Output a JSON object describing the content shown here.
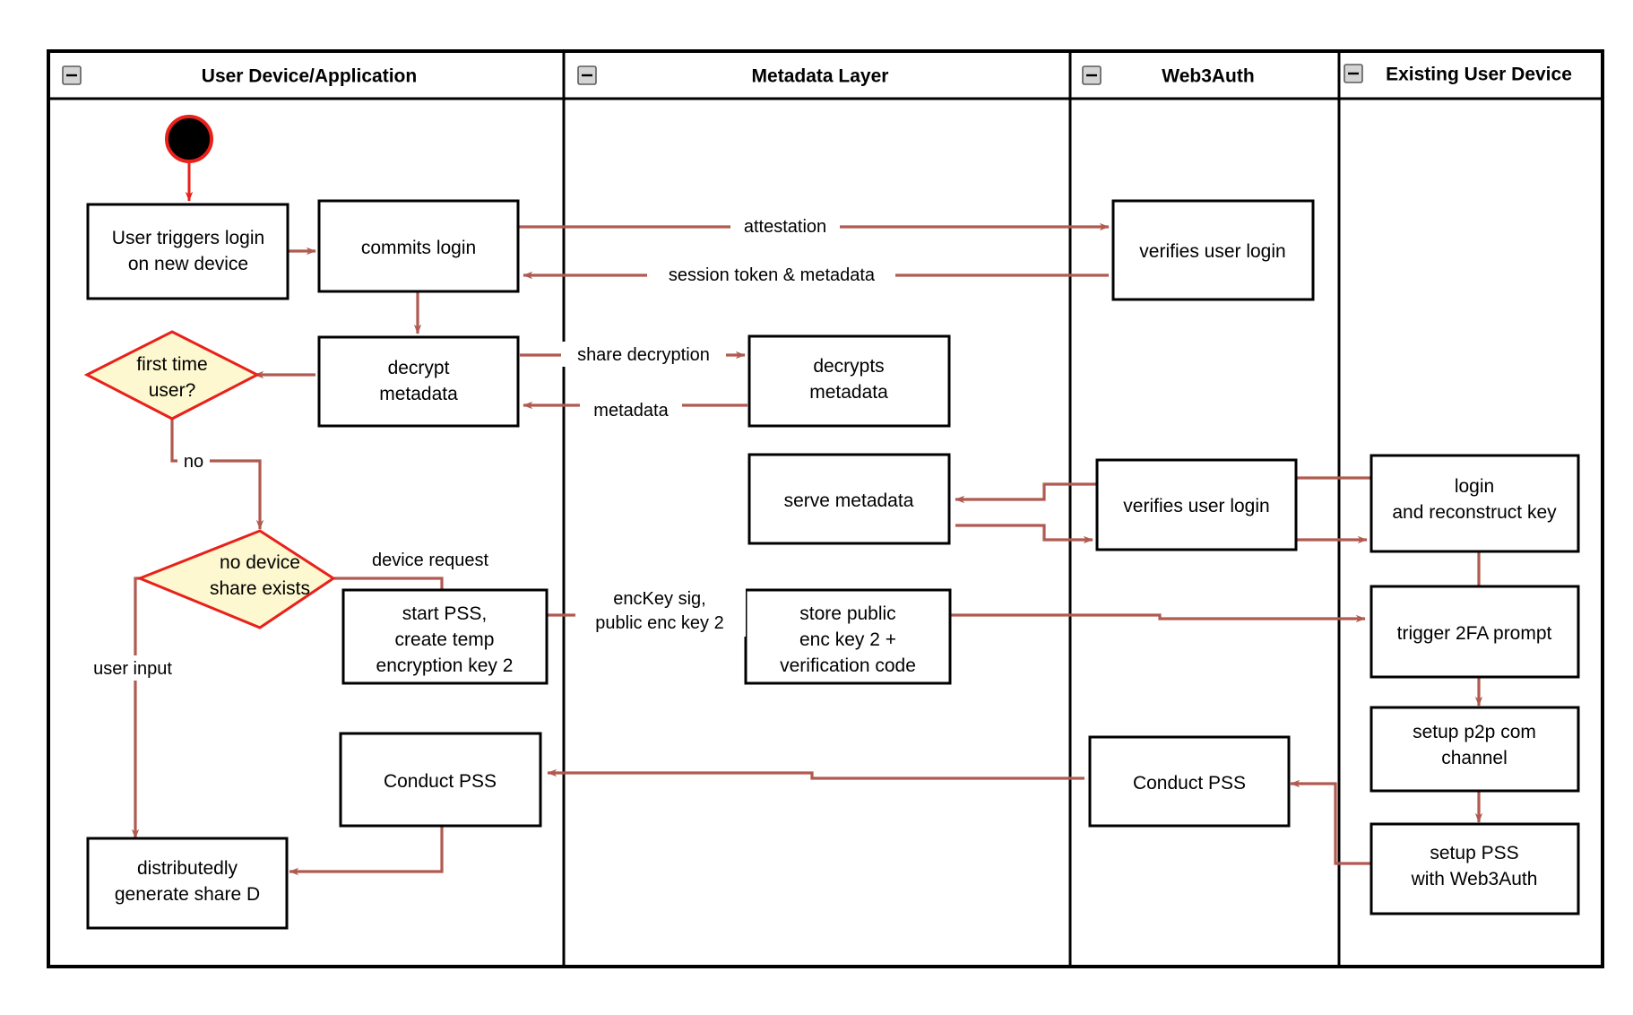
{
  "diagram": {
    "type": "swimlane-activity-diagram",
    "title": "",
    "colors": {
      "lane_border": "#000000",
      "node_border": "#000000",
      "node_fill": "#ffffff",
      "decision_fill": "#fdf8cf",
      "decision_border": "#e8211b",
      "flow_arrow": "#b05a50",
      "start_node_fill": "#000000",
      "start_node_border": "#e8211b"
    },
    "lanes": [
      {
        "id": "lane-user-device",
        "label": "User Device/Application",
        "collapse_icon": "minus-icon"
      },
      {
        "id": "lane-metadata",
        "label": "Metadata Layer",
        "collapse_icon": "minus-icon"
      },
      {
        "id": "lane-web3auth",
        "label": "Web3Auth",
        "collapse_icon": "minus-icon"
      },
      {
        "id": "lane-existing-device",
        "label": "Existing User Device",
        "collapse_icon": "minus-icon"
      }
    ],
    "nodes": [
      {
        "id": "start",
        "lane": "lane-user-device",
        "shape": "start-circle",
        "label": ""
      },
      {
        "id": "user-triggers-login",
        "lane": "lane-user-device",
        "shape": "rect",
        "label": "User triggers login\non new device"
      },
      {
        "id": "commits-login",
        "lane": "lane-user-device",
        "shape": "rect",
        "label": "commits login"
      },
      {
        "id": "decrypt-metadata",
        "lane": "lane-user-device",
        "shape": "rect",
        "label": "decrypt\nmetadata"
      },
      {
        "id": "first-time-user",
        "lane": "lane-user-device",
        "shape": "diamond",
        "label": "first time\nuser?"
      },
      {
        "id": "no-device-share-exists",
        "lane": "lane-user-device",
        "shape": "diamond",
        "label": "no device\nshare exists"
      },
      {
        "id": "start-pss",
        "lane": "lane-user-device",
        "shape": "rect",
        "label": "start PSS,\ncreate temp\nencryption key 2"
      },
      {
        "id": "conduct-pss-user",
        "lane": "lane-user-device",
        "shape": "rect",
        "label": "Conduct PSS"
      },
      {
        "id": "distributedly-generate-share-d",
        "lane": "lane-user-device",
        "shape": "rect",
        "label": "distributedly\ngenerate share D"
      },
      {
        "id": "decrypts-metadata",
        "lane": "lane-metadata",
        "shape": "rect",
        "label": "decrypts\nmetadata"
      },
      {
        "id": "serve-metadata",
        "lane": "lane-metadata",
        "shape": "rect",
        "label": "serve metadata"
      },
      {
        "id": "store-public-enc-key",
        "lane": "lane-metadata",
        "shape": "rect",
        "label": "store public\nenc key 2 +\nverification code"
      },
      {
        "id": "verifies-user-login-1",
        "lane": "lane-web3auth",
        "shape": "rect",
        "label": "verifies user login"
      },
      {
        "id": "verifies-user-login-2",
        "lane": "lane-web3auth",
        "shape": "rect",
        "label": "verifies user login"
      },
      {
        "id": "conduct-pss-web3auth",
        "lane": "lane-web3auth",
        "shape": "rect",
        "label": "Conduct PSS"
      },
      {
        "id": "login-and-reconstruct-key",
        "lane": "lane-existing-device",
        "shape": "rect",
        "label": "login\nand reconstruct key"
      },
      {
        "id": "trigger-2fa-prompt",
        "lane": "lane-existing-device",
        "shape": "rect",
        "label": "trigger 2FA prompt"
      },
      {
        "id": "setup-p2p-com-channel",
        "lane": "lane-existing-device",
        "shape": "rect",
        "label": "setup p2p com\nchannel"
      },
      {
        "id": "setup-pss-with-web3auth",
        "lane": "lane-existing-device",
        "shape": "rect",
        "label": "setup PSS\nwith Web3Auth"
      }
    ],
    "edges": [
      {
        "from": "start",
        "to": "user-triggers-login",
        "label": ""
      },
      {
        "from": "user-triggers-login",
        "to": "commits-login",
        "label": ""
      },
      {
        "from": "commits-login",
        "to": "verifies-user-login-1",
        "label": "attestation"
      },
      {
        "from": "verifies-user-login-1",
        "to": "commits-login",
        "label": "session token & metadata"
      },
      {
        "from": "commits-login",
        "to": "decrypt-metadata",
        "label": ""
      },
      {
        "from": "decrypt-metadata",
        "to": "decrypts-metadata",
        "label": "share decryption"
      },
      {
        "from": "decrypts-metadata",
        "to": "decrypt-metadata",
        "label": "metadata"
      },
      {
        "from": "decrypt-metadata",
        "to": "first-time-user",
        "label": ""
      },
      {
        "from": "first-time-user",
        "to": "no-device-share-exists",
        "label": "no"
      },
      {
        "from": "no-device-share-exists",
        "to": "start-pss",
        "label": "device request"
      },
      {
        "from": "no-device-share-exists",
        "to": "distributedly-generate-share-d",
        "label": "user input"
      },
      {
        "from": "start-pss",
        "to": "store-public-enc-key",
        "label": "encKey sig,\npublic enc key 2"
      },
      {
        "from": "store-public-enc-key",
        "to": "trigger-2fa-prompt",
        "label": ""
      },
      {
        "from": "login-and-reconstruct-key",
        "to": "verifies-user-login-2",
        "label": ""
      },
      {
        "from": "verifies-user-login-2",
        "to": "serve-metadata",
        "label": ""
      },
      {
        "from": "serve-metadata",
        "to": "verifies-user-login-2",
        "label": ""
      },
      {
        "from": "verifies-user-login-2",
        "to": "login-and-reconstruct-key",
        "label": ""
      },
      {
        "from": "login-and-reconstruct-key",
        "to": "trigger-2fa-prompt",
        "label": ""
      },
      {
        "from": "trigger-2fa-prompt",
        "to": "setup-p2p-com-channel",
        "label": ""
      },
      {
        "from": "setup-p2p-com-channel",
        "to": "setup-pss-with-web3auth",
        "label": ""
      },
      {
        "from": "setup-pss-with-web3auth",
        "to": "conduct-pss-web3auth",
        "label": ""
      },
      {
        "from": "conduct-pss-web3auth",
        "to": "conduct-pss-user",
        "label": ""
      },
      {
        "from": "conduct-pss-user",
        "to": "distributedly-generate-share-d",
        "label": ""
      }
    ],
    "edge_labels": {
      "attestation": "attestation",
      "session_token": "session token & metadata",
      "share_decryption": "share decryption",
      "metadata": "metadata",
      "no": "no",
      "device_request": "device request",
      "user_input": "user input",
      "enckey_sig_line1": "encKey sig,",
      "enckey_sig_line2": "public enc key 2"
    },
    "node_labels": {
      "user_triggers_login_l1": "User triggers login",
      "user_triggers_login_l2": "on new device",
      "commits_login": "commits login",
      "decrypt_metadata_l1": "decrypt",
      "decrypt_metadata_l2": "metadata",
      "first_time_user_l1": "first time",
      "first_time_user_l2": "user?",
      "no_device_share_l1": "no device",
      "no_device_share_l2": "share exists",
      "start_pss_l1": "start PSS,",
      "start_pss_l2": "create temp",
      "start_pss_l3": "encryption key 2",
      "conduct_pss_user": "Conduct PSS",
      "distributedly_l1": "distributedly",
      "distributedly_l2": "generate share D",
      "decrypts_metadata_l1": "decrypts",
      "decrypts_metadata_l2": "metadata",
      "serve_metadata": "serve metadata",
      "store_public_l1": "store public",
      "store_public_l2": "enc key 2 +",
      "store_public_l3": "verification code",
      "verifies_user_login_1": "verifies user login",
      "verifies_user_login_2": "verifies user login",
      "conduct_pss_web3auth": "Conduct PSS",
      "login_reconstruct_l1": "login",
      "login_reconstruct_l2": "and reconstruct key",
      "trigger_2fa": "trigger 2FA prompt",
      "setup_p2p_l1": "setup p2p com",
      "setup_p2p_l2": "channel",
      "setup_pss_l1": "setup PSS",
      "setup_pss_l2": "with Web3Auth"
    }
  }
}
